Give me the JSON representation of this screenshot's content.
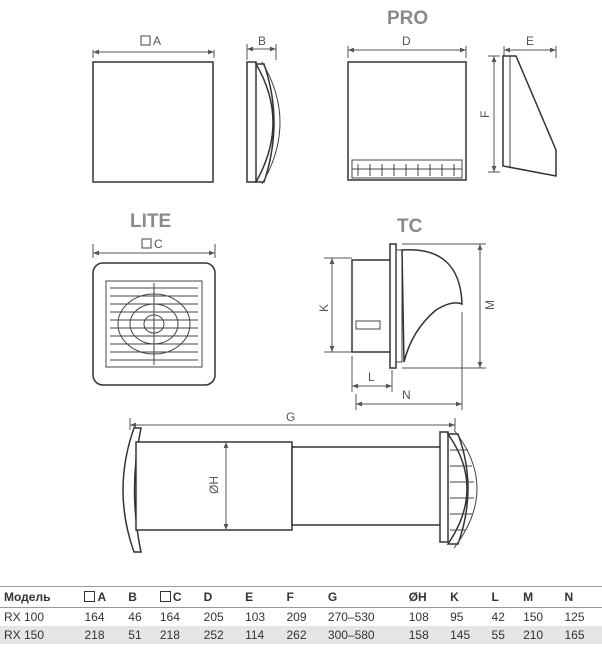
{
  "titles": {
    "pro": "PRO",
    "lite": "LITE",
    "tc": "TC"
  },
  "dimension_labels": {
    "a": "A",
    "b": "B",
    "c": "C",
    "d": "D",
    "e": "E",
    "f": "F",
    "g": "G",
    "h": "ØH",
    "k": "K",
    "l": "L",
    "m": "M",
    "n": "N"
  },
  "table": {
    "headers": [
      "Модель",
      "A",
      "B",
      "C",
      "D",
      "E",
      "F",
      "G",
      "ØH",
      "K",
      "L",
      "M",
      "N"
    ],
    "rows": [
      [
        "RX 100",
        "164",
        "46",
        "164",
        "205",
        "103",
        "209",
        "270–530",
        "108",
        "95",
        "42",
        "150",
        "125"
      ],
      [
        "RX 150",
        "218",
        "51",
        "218",
        "252",
        "114",
        "262",
        "300–580",
        "158",
        "145",
        "55",
        "210",
        "165"
      ]
    ]
  }
}
